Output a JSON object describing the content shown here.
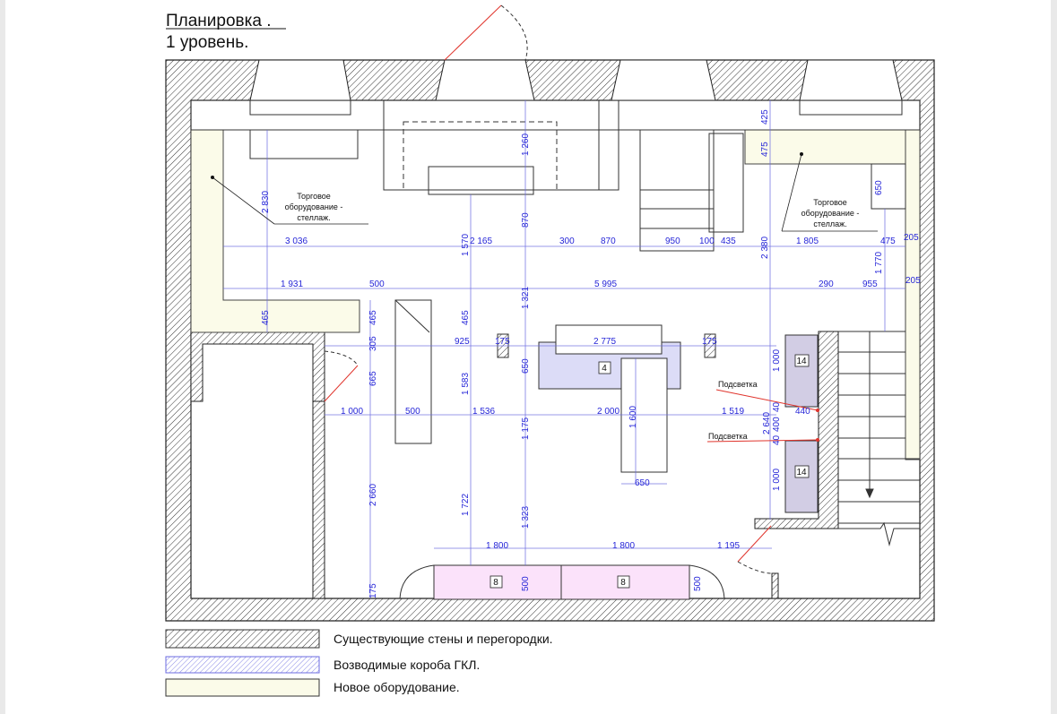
{
  "title": "Планировка .",
  "subtitle": "1 уровень.",
  "notes": {
    "left_equipment": [
      "Торговое",
      "оборудование -",
      "стеллаж."
    ],
    "right_equipment": [
      "Торговое",
      "оборудование -",
      "стеллаж."
    ],
    "lighting_1": "Подсветка",
    "lighting_2": "Подсветка"
  },
  "tags": {
    "t4": "4",
    "t14a": "14",
    "t14b": "14",
    "t8a": "8",
    "t8b": "8"
  },
  "dims": {
    "d2830": "2 830",
    "d3036": "3 036",
    "d1931": "1 931",
    "d500a": "500",
    "d5995": "5 995",
    "d290": "290",
    "d955": "955",
    "d205a": "205",
    "d205b": "205",
    "d475a": "475",
    "d425": "425",
    "d475b": "475",
    "d650a": "650",
    "d1260": "1 260",
    "d870a": "870",
    "d1570": "1 570",
    "d2165": "2 165",
    "d300": "300",
    "d870b": "870",
    "d950": "950",
    "d100": "100",
    "d435": "435",
    "d2380": "2 380",
    "d1805": "1 805",
    "d475c": "475",
    "d1770": "1 770",
    "d465a": "465",
    "d465b": "465",
    "d465c": "465",
    "d1321": "1 321",
    "d305": "305",
    "d925": "925",
    "d175a": "175",
    "d2775": "2 775",
    "d175b": "175",
    "d665": "665",
    "d650b": "650",
    "d1583": "1 583",
    "d1000a": "1 000",
    "d500b": "500",
    "d1536": "1 536",
    "d2000": "2 000",
    "d1519": "1 519",
    "d440": "440",
    "d1600": "1 600",
    "d1175": "1 175",
    "d2640": "2 640",
    "d40a": "40",
    "d400": "400",
    "d40b": "40",
    "d1000b": "1 000",
    "d1000c": "1 000",
    "d650c": "650",
    "d2660": "2 660",
    "d1722": "1 722",
    "d1323": "1 323",
    "d1800a": "1 800",
    "d1800b": "1 800",
    "d1195": "1 195",
    "d175c": "175",
    "d500c": "500",
    "d500d": "500"
  },
  "legend": [
    {
      "label": "Существующие стены и перегородки."
    },
    {
      "label": "Возводимые короба ГКЛ."
    },
    {
      "label": "Новое оборудование."
    }
  ],
  "colors": {
    "dimension": "#2626d8",
    "door_swing": "#e0342c",
    "equipment_fill": "#fbfbe9",
    "gkl_fill": "#d8d8f6",
    "bench_fill": "#fbe2fa",
    "column_fill": "#d2cde4",
    "wall_hatch": "#333333"
  }
}
